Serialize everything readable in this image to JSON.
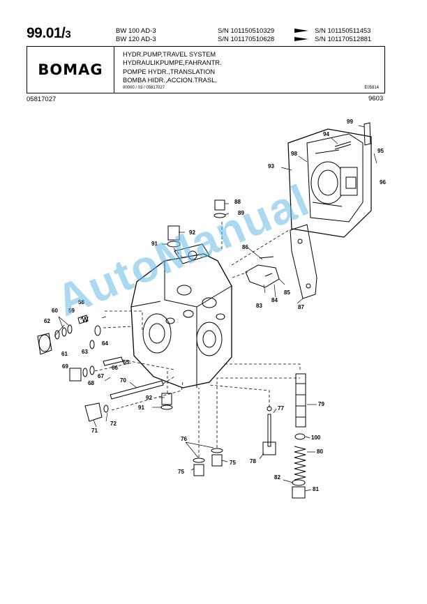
{
  "header": {
    "page_number": "99.01/",
    "page_number_suffix": "3",
    "models": [
      "BW 100 AD-3",
      "BW 120 AD-3"
    ],
    "serials": [
      {
        "from": "S/N 101150510329",
        "to": "S/N 101150511453"
      },
      {
        "from": "S/N 101170510628",
        "to": "S/N 101170512881"
      }
    ],
    "brand": "BOMAG",
    "titles": [
      "HYDR.PUMP,TRAVEL SYSTEM",
      "HYDRAULIKPUMPE,FAHRANTR.",
      "POMPE HYDR.,TRANSLATION",
      "BOMBA HIDR.,ACCION.TRASL."
    ],
    "doc_code": "00000 / 03 / 05817027",
    "ref_code": "E05814",
    "part_number": "05817027",
    "date_code": "9603"
  },
  "watermark": "AutoManual",
  "diagram": {
    "callouts": [
      "99",
      "94",
      "95",
      "96",
      "98",
      "93",
      "88",
      "89",
      "92",
      "91",
      "86",
      "60",
      "58",
      "59",
      "62",
      "64",
      "63",
      "61",
      "65",
      "66",
      "69",
      "67",
      "68",
      "70",
      "92",
      "91",
      "72",
      "71",
      "76",
      "75",
      "75",
      "78",
      "77",
      "79",
      "100",
      "80",
      "82",
      "81",
      "83",
      "84",
      "85",
      "87"
    ]
  }
}
